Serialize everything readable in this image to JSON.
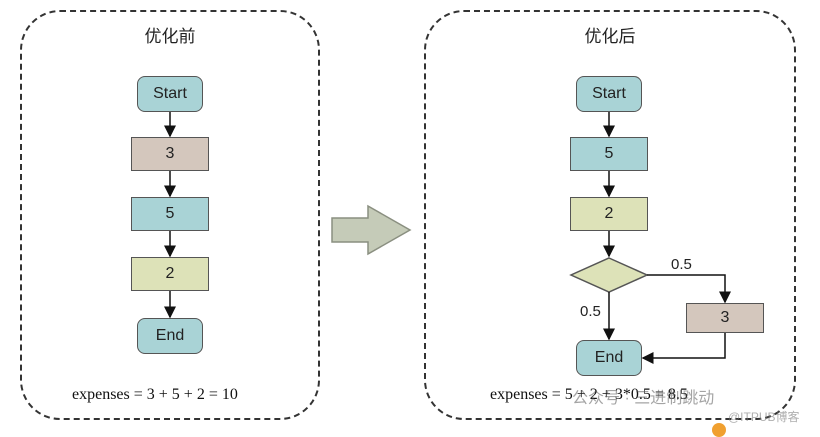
{
  "left": {
    "title": "优化前",
    "nodes": {
      "start": "Start",
      "n1": "3",
      "n2": "5",
      "n3": "2",
      "end": "End"
    },
    "formula": "expenses = 3 + 5 + 2 = 10"
  },
  "right": {
    "title": "优化后",
    "nodes": {
      "start": "Start",
      "n1": "5",
      "n2": "2",
      "branch": "3",
      "end": "End"
    },
    "edge_labels": {
      "to_branch": "0.5",
      "to_end": "0.5"
    },
    "formula": "expenses = 5 + 2 + 3*0.5 = 8.5"
  },
  "watermark": {
    "main": "公众号 · 三进制跳动",
    "sub": "@ITPUB博客"
  },
  "colors": {
    "teal": "#a9d3d6",
    "tan": "#d4c7bd",
    "olive": "#dde2b8",
    "arrow": "#c5cbb8"
  }
}
